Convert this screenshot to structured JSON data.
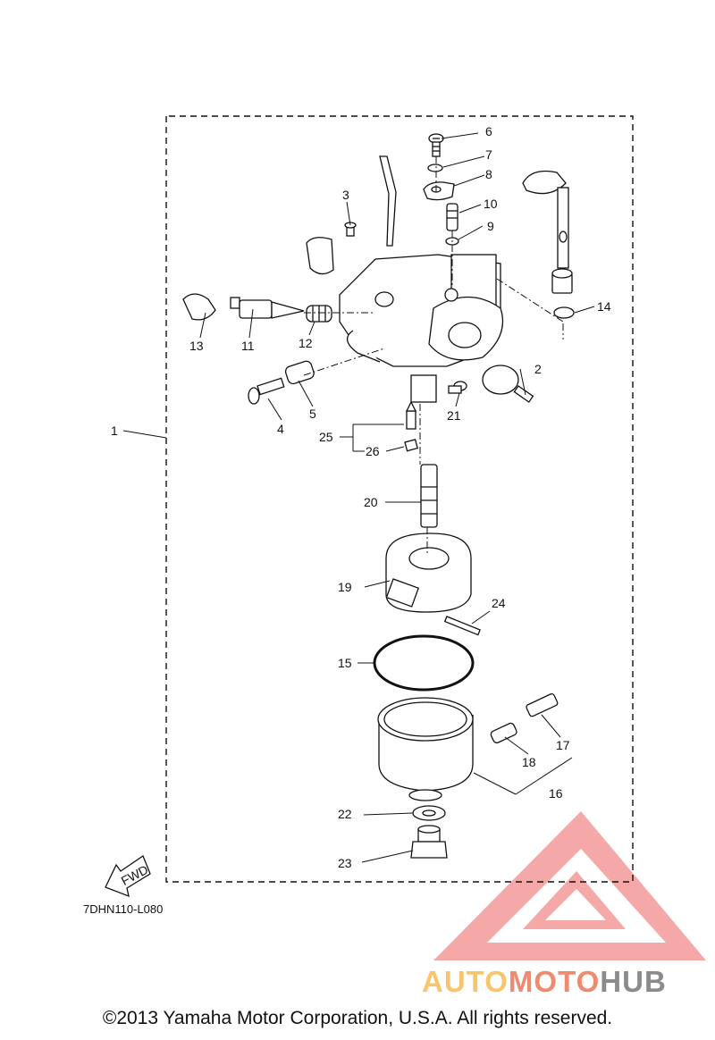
{
  "diagram": {
    "code": "7DHN110-L080",
    "fwd_label": "FWD",
    "copyright": "©2013 Yamaha Motor Corporation, U.S.A. All rights reserved.",
    "watermark": {
      "part1": "AUTO",
      "part2": "MOTO",
      "part3": "HUB",
      "colors": {
        "auto": "#f7c56b",
        "moto": "#ee8a6f",
        "hub": "#8b8b8b",
        "triangle": "#ef7f7f"
      }
    },
    "callouts": {
      "c1": "1",
      "c2": "2",
      "c3": "3",
      "c4": "4",
      "c5": "5",
      "c6": "6",
      "c7": "7",
      "c8": "8",
      "c9": "9",
      "c10": "10",
      "c11": "11",
      "c12": "12",
      "c13": "13",
      "c14": "14",
      "c15": "15",
      "c16": "16",
      "c17": "17",
      "c18": "18",
      "c19": "19",
      "c20": "20",
      "c21": "21",
      "c22": "22",
      "c23": "23",
      "c24": "24",
      "c25": "25",
      "c26": "26"
    }
  }
}
